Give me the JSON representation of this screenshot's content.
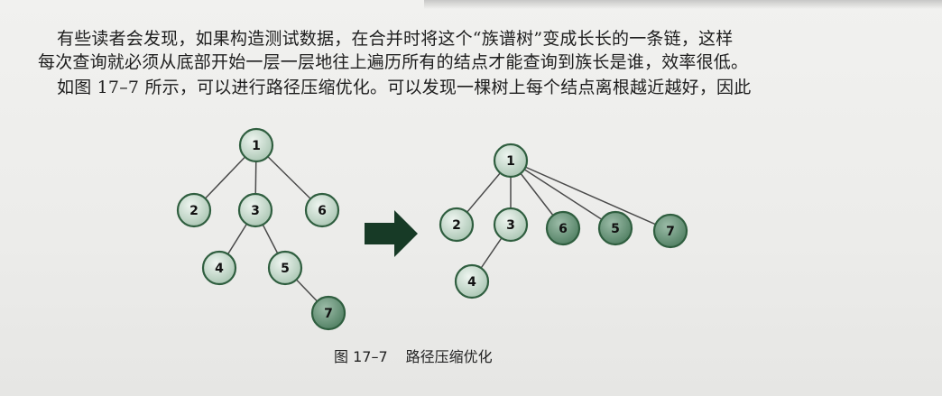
{
  "text": {
    "line1": "有些读者会发现，如果构造测试数据，在合并时将这个“族谱树”变成长长的一条链，这样",
    "line2": "每次查询就必须从底部开始一层一层地往上遍历所有的结点才能查询到族长是谁，效率很低。",
    "line3": "如图 17–7 所示，可以进行路径压缩优化。可以发现一棵树上每个结点离根越近越好，因此"
  },
  "figure": {
    "caption_number": "图 17–7",
    "caption_title": "路径压缩优化",
    "before_tree": {
      "nodes": [
        "1",
        "2",
        "3",
        "6",
        "4",
        "5",
        "7"
      ],
      "edges": [
        [
          "1",
          "2"
        ],
        [
          "1",
          "3"
        ],
        [
          "1",
          "6"
        ],
        [
          "3",
          "4"
        ],
        [
          "3",
          "5"
        ],
        [
          "5",
          "7"
        ]
      ],
      "highlighted": [
        "7"
      ]
    },
    "after_tree": {
      "nodes": [
        "1",
        "2",
        "3",
        "6",
        "5",
        "7",
        "4"
      ],
      "edges": [
        [
          "1",
          "2"
        ],
        [
          "1",
          "3"
        ],
        [
          "1",
          "6"
        ],
        [
          "1",
          "5"
        ],
        [
          "1",
          "7"
        ],
        [
          "3",
          "4"
        ]
      ],
      "highlighted": [
        "6",
        "5",
        "7"
      ]
    },
    "colors": {
      "node_fill": "#c9dccf",
      "node_fill_highlight": "#6f9a7f",
      "node_stroke": "#2f5e3f",
      "arrow": "#173a26",
      "edge": "#4a4a4a"
    }
  }
}
